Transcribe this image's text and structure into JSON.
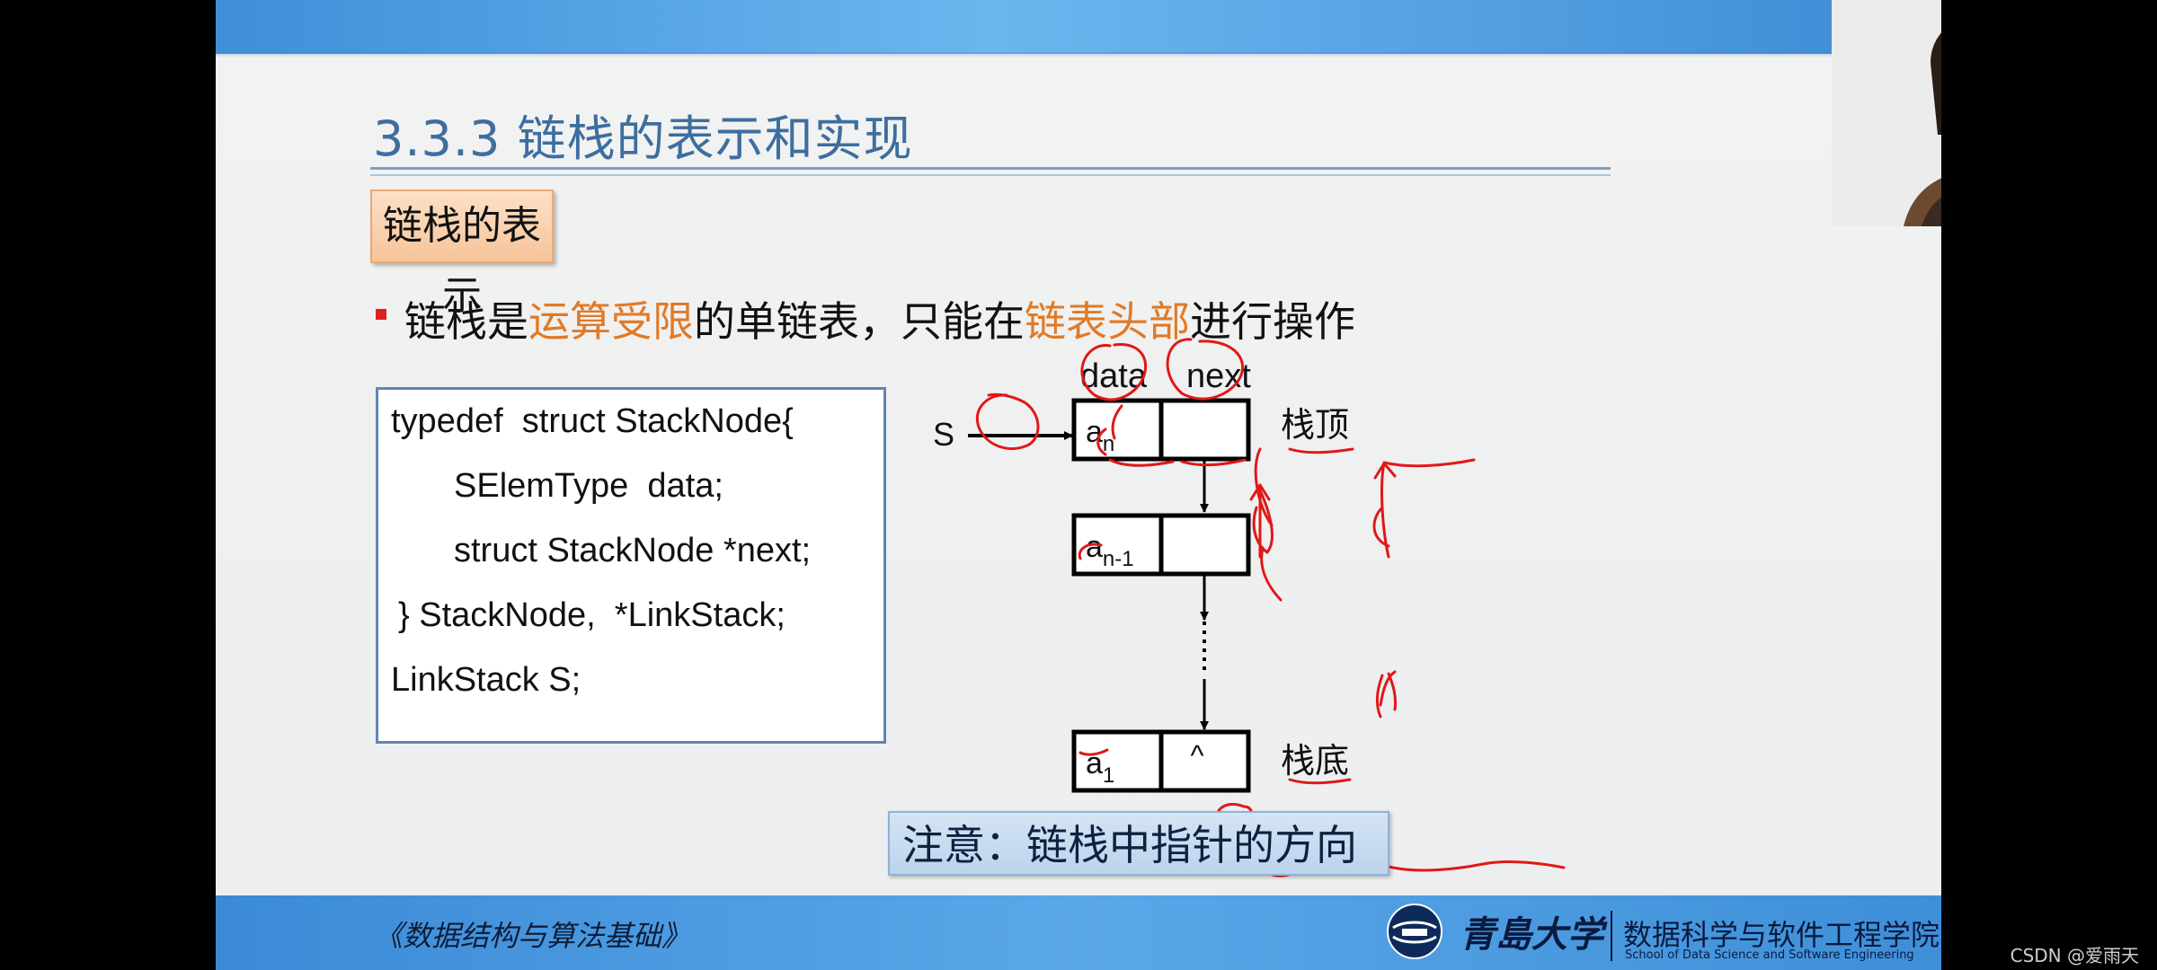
{
  "slide": {
    "title": "3.3.3 链栈的表示和实现",
    "section_tag": "链栈的表示",
    "bullet": {
      "part1": "链栈是",
      "highlight1": "运算受限",
      "part2": "的单链表，只能在",
      "highlight2": "链表头部",
      "part3": "进行操作"
    },
    "code_lines": [
      "typedef  struct StackNode{",
      "SElemType  data;",
      "struct StackNode *next;",
      "} StackNode,  *LinkStack;",
      "LinkStack S;"
    ],
    "diagram": {
      "field_data": "data",
      "field_next": "next",
      "pointer_label": "S",
      "top_node": {
        "base": "a",
        "sub": "n"
      },
      "second_node": {
        "base": "a",
        "sub": "n-1"
      },
      "bottom_node": {
        "base": "a",
        "sub": "1",
        "next": "^"
      },
      "stack_top_label": "栈顶",
      "stack_bottom_label": "栈底"
    },
    "note": "注意：链栈中指针的方向",
    "footer": {
      "course_title": "《数据结构与算法基础》",
      "university_name": "青島大学",
      "school_cn": "数据科学与软件工程学院",
      "school_en": "School of Data Science and Software Engineering"
    }
  },
  "watermark": "CSDN @爱雨天",
  "colors": {
    "title": "#3d6e9f",
    "highlight": "#e07a26",
    "band": "#3e8fd8",
    "annotation_ink": "#e01818",
    "bullet_mark": "#e02020"
  },
  "icons": {
    "university_logo": "university-emblem-icon",
    "bullet": "square-bullet-icon"
  }
}
